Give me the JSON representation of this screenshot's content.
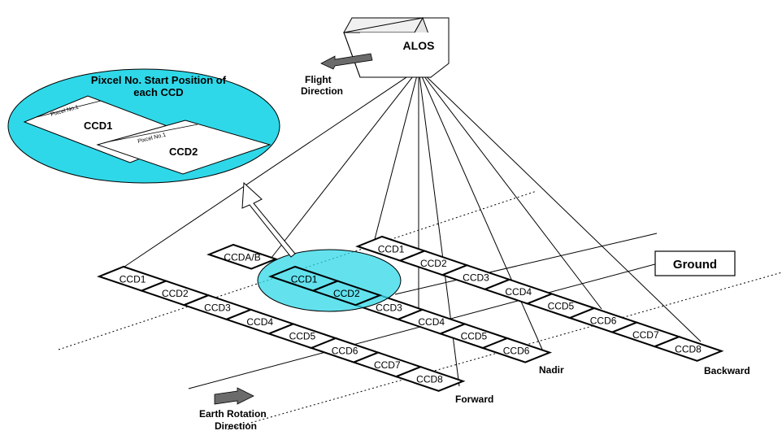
{
  "colors": {
    "highlight": "#2fd8e8",
    "stroke": "#000000",
    "background": "#ffffff"
  },
  "satellite": {
    "label": "ALOS"
  },
  "flight": {
    "line1": "Flight",
    "line2": "Direction"
  },
  "earth_rotation": {
    "line1": "Earth Rotation",
    "line2": "Direction"
  },
  "ground": {
    "label": "Ground"
  },
  "inset": {
    "title_line1": "Pixcel No. Start Position of",
    "title_line2": "each CCD",
    "pixel_label_1": "Pixcel No.1",
    "pixel_label_2": "Pixcel No.1",
    "ccd1": "CCD1",
    "ccd2": "CCD2"
  },
  "strips": {
    "forward": {
      "name": "Forward",
      "cells": [
        "CCD1",
        "CCD2",
        "CCD3",
        "CCD4",
        "CCD5",
        "CCD6",
        "CCD7",
        "CCD8"
      ]
    },
    "nadir": {
      "name": "Nadir",
      "prefix": "CCDA/B",
      "cells": [
        "CCD1",
        "CCD2",
        "CCD3",
        "CCD4",
        "CCD5",
        "CCD6"
      ]
    },
    "backward": {
      "name": "Backward",
      "cells": [
        "CCD1",
        "CCD2",
        "CCD3",
        "CCD4",
        "CCD5",
        "CCD6",
        "CCD7",
        "CCD8"
      ]
    }
  }
}
